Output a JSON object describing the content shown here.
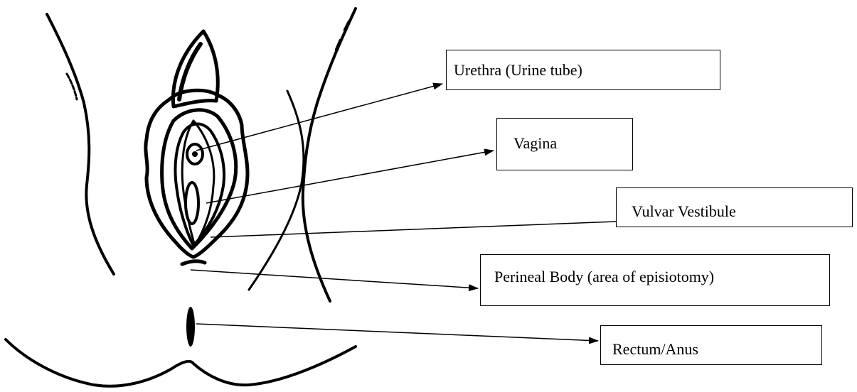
{
  "diagram": {
    "labels": [
      {
        "id": "urethra",
        "text": "Urethra (Urine tube)"
      },
      {
        "id": "vagina",
        "text": "Vagina"
      },
      {
        "id": "vestibule",
        "text": "Vulvar Vestibule"
      },
      {
        "id": "perineal",
        "text": "Perineal Body (area of episiotomy)"
      },
      {
        "id": "rectum",
        "text": "Rectum/Anus"
      }
    ]
  },
  "colors": {
    "line": "#000000",
    "background": "#ffffff"
  }
}
